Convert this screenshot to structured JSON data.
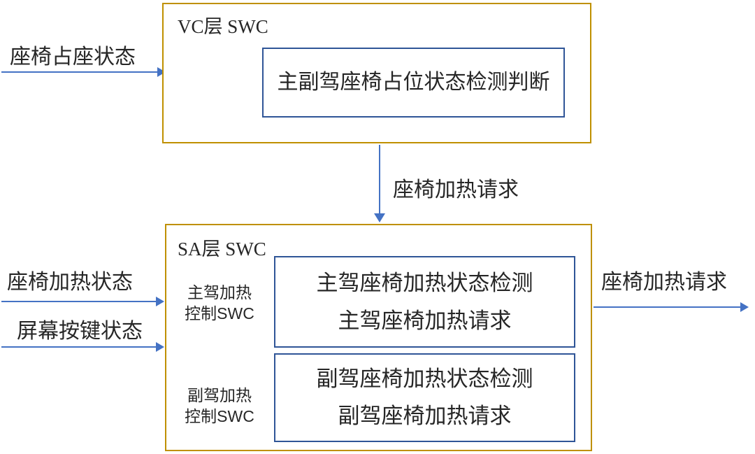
{
  "diagram": {
    "vc_layer": {
      "title": "VC层 SWC",
      "module_label": "主副驾座椅占位状态检测判断"
    },
    "sa_layer": {
      "title": "SA层 SWC",
      "modules": [
        {
          "side_label": "主驾加热\n控制SWC",
          "line1": "主驾座椅加热状态检测",
          "line2": "主驾座椅加热请求"
        },
        {
          "side_label": "副驾加热\n控制SWC",
          "line1": "副驾座椅加热状态检测",
          "line2": "副驾座椅加热请求"
        }
      ]
    },
    "arrows": {
      "seat_occupancy_in": "座椅占座状态",
      "seat_heating_request_mid": "座椅加热请求",
      "seat_heating_status_in": "座椅加热状态",
      "screen_button_status_in": "屏幕按键状态",
      "seat_heating_request_out": "座椅加热请求"
    },
    "colors": {
      "layer_box_border": "#BF9000",
      "module_box_border": "#2F5597",
      "arrow": "#4472C4",
      "text": "#262626",
      "background": "#FFFFFF"
    }
  }
}
